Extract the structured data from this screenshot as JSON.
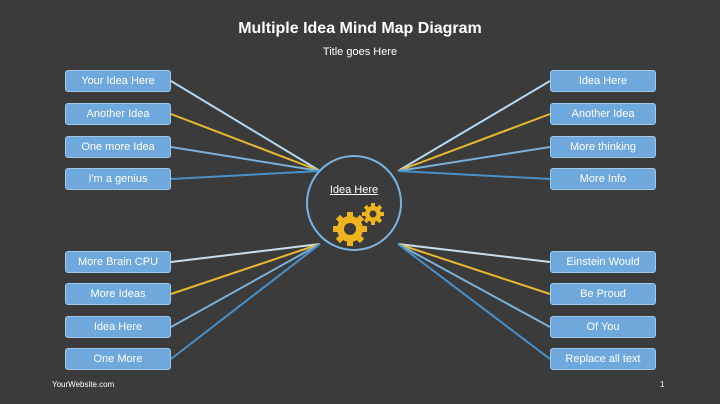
{
  "slide": {
    "title": "Multiple Idea Mind Map Diagram",
    "subtitle": "Title goes Here",
    "center_label": "Idea Here",
    "footer_site": "YourWebsite.com",
    "page_number": "1"
  },
  "nodes": {
    "left": [
      "Your Idea Here",
      "Another Idea",
      "One more Idea",
      "I'm a genius",
      "More Brain CPU",
      "More Ideas",
      "Idea Here",
      "One More"
    ],
    "right": [
      "Idea Here",
      "Another Idea",
      "More thinking",
      "More Info",
      "Einstein Would",
      "Be Proud",
      "Of You",
      "Replace all text"
    ]
  },
  "connector_colors": {
    "left": [
      "#b8d8f0",
      "#e8b830",
      "#7ab0d8",
      "#4a90c8",
      "#c8dff0",
      "#e8b830",
      "#7ab0d8",
      "#4a90c8"
    ],
    "right": [
      "#b8d8f0",
      "#e8b830",
      "#7ab0d8",
      "#4a90c8",
      "#c8dff0",
      "#e8b830",
      "#7ab0d8",
      "#4a90c8"
    ]
  },
  "colors": {
    "background": "#3b3b3b",
    "node_fill": "#6fa8dc",
    "circle_stroke": "#79b4e0",
    "gear": "#f0b41e"
  },
  "icons": {
    "center": "gears-icon"
  }
}
